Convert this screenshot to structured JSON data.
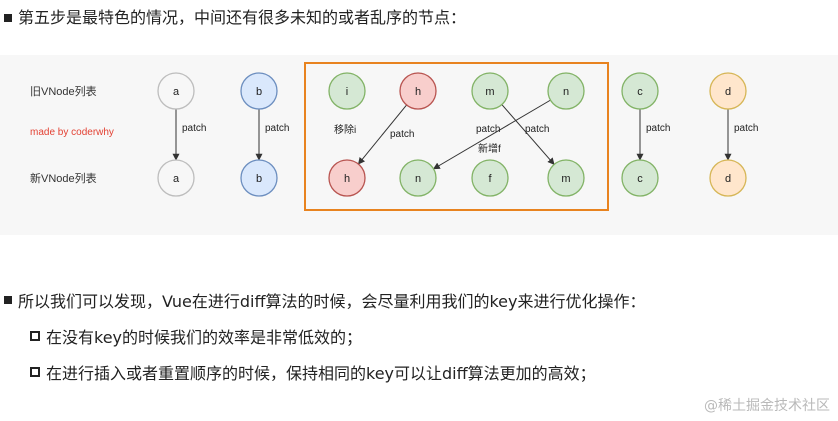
{
  "heading": "第五步是最特色的情况，中间还有很多未知的或者乱序的节点：",
  "diagram": {
    "row_labels": {
      "old": "旧VNode列表",
      "credit": "made by coderwhy",
      "new": "新VNode列表"
    },
    "colors": {
      "white_fill": "#f7f7f7",
      "white_stroke": "#bdbdbd",
      "blue_fill": "#dae8fc",
      "blue_stroke": "#6c8ebf",
      "green_fill": "#d5e8d4",
      "green_stroke": "#82b366",
      "red_fill": "#f8cecc",
      "red_stroke": "#b85450",
      "yellow_fill": "#ffe6cc",
      "yellow_stroke": "#d6b656",
      "orange_border": "#e8831f",
      "credit_color": "#e34234"
    },
    "old_nodes": [
      {
        "label": "a",
        "color": "white"
      },
      {
        "label": "b",
        "color": "blue"
      },
      {
        "label": "i",
        "color": "green"
      },
      {
        "label": "h",
        "color": "red"
      },
      {
        "label": "m",
        "color": "green"
      },
      {
        "label": "n",
        "color": "green"
      },
      {
        "label": "c",
        "color": "green"
      },
      {
        "label": "d",
        "color": "yellow"
      }
    ],
    "new_nodes": [
      {
        "label": "a",
        "color": "white"
      },
      {
        "label": "b",
        "color": "blue"
      },
      {
        "label": "h",
        "color": "red"
      },
      {
        "label": "n",
        "color": "green"
      },
      {
        "label": "f",
        "color": "green"
      },
      {
        "label": "m",
        "color": "green"
      },
      {
        "label": "c",
        "color": "green"
      },
      {
        "label": "d",
        "color": "yellow"
      }
    ],
    "edge_labels": {
      "patch": "patch",
      "remove_i": "移除i",
      "add_f": "新增f"
    }
  },
  "para1": "所以我们可以发现，Vue在进行diff算法的时候，会尽量利用我们的key来进行优化操作：",
  "sub1": "在没有key的时候我们的效率是非常低效的；",
  "sub2": "在进行插入或者重置顺序的时候，保持相同的key可以让diff算法更加的高效；",
  "watermark": "@稀土掘金技术社区"
}
